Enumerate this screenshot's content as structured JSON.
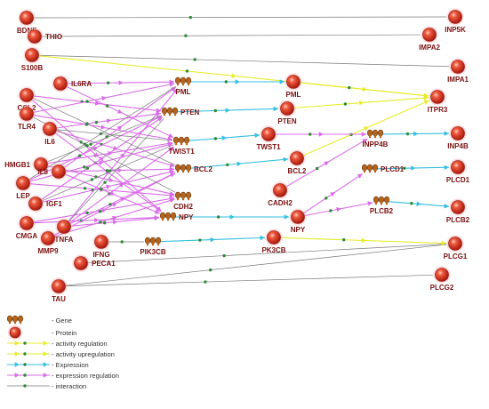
{
  "colors": {
    "activity": "#e6ec2a",
    "expression": "#35bfe0",
    "expression_regulation": "#d96de8",
    "interaction": "#7a7a7a",
    "dot": "#2f8a3a",
    "protein_fill": "#d9301f",
    "protein_glow": "#f5a3a8",
    "gene": "#b5651d",
    "label": "#7a1010"
  },
  "nodes": [
    {
      "id": "BDNF",
      "label": "BDNF",
      "kind": "protein"
    },
    {
      "id": "THIO",
      "label": "THIO",
      "kind": "protein"
    },
    {
      "id": "S100B",
      "label": "S100B",
      "kind": "protein"
    },
    {
      "id": "IL6RA",
      "label": "IL6RA",
      "kind": "protein"
    },
    {
      "id": "CCL2",
      "label": "CCL2",
      "kind": "protein"
    },
    {
      "id": "TLR4",
      "label": "TLR4",
      "kind": "protein"
    },
    {
      "id": "IL6",
      "label": "IL6",
      "kind": "protein"
    },
    {
      "id": "HMGB1",
      "label": "HMGB1",
      "kind": "protein"
    },
    {
      "id": "IL8",
      "label": "IL8",
      "kind": "protein"
    },
    {
      "id": "LEP",
      "label": "LEP",
      "kind": "protein"
    },
    {
      "id": "IGF1",
      "label": "IGF1",
      "kind": "protein"
    },
    {
      "id": "CMGA",
      "label": "CMGA",
      "kind": "protein"
    },
    {
      "id": "TNFA",
      "label": "TNFA",
      "kind": "protein"
    },
    {
      "id": "MMP9",
      "label": "MMP9",
      "kind": "protein"
    },
    {
      "id": "IFNG",
      "label": "IFNG",
      "kind": "protein"
    },
    {
      "id": "PECA1",
      "label": "PECA1",
      "kind": "protein"
    },
    {
      "id": "TAU",
      "label": "TAU",
      "kind": "protein"
    },
    {
      "id": "gPML",
      "label": "PML",
      "kind": "gene"
    },
    {
      "id": "gPTEN",
      "label": "PTEN",
      "kind": "gene"
    },
    {
      "id": "gTWIST1",
      "label": "TWIST1",
      "kind": "gene"
    },
    {
      "id": "gBCL2",
      "label": "BCL2",
      "kind": "gene"
    },
    {
      "id": "gCDH2",
      "label": "CDH2",
      "kind": "gene"
    },
    {
      "id": "gNPY",
      "label": "NPY",
      "kind": "gene"
    },
    {
      "id": "gPIK3CB",
      "label": "PIK3CB",
      "kind": "gene"
    },
    {
      "id": "pPML",
      "label": "PML",
      "kind": "protein"
    },
    {
      "id": "pPTEN",
      "label": "PTEN",
      "kind": "protein"
    },
    {
      "id": "pTWST1",
      "label": "TWST1",
      "kind": "protein"
    },
    {
      "id": "pBCL2",
      "label": "BCL2",
      "kind": "protein"
    },
    {
      "id": "pCADH2",
      "label": "CADH2",
      "kind": "protein"
    },
    {
      "id": "pNPY",
      "label": "NPY",
      "kind": "protein"
    },
    {
      "id": "pPK3CB",
      "label": "PK3CB",
      "kind": "protein"
    },
    {
      "id": "gINPP4B",
      "label": "INPP4B",
      "kind": "gene"
    },
    {
      "id": "gPLCD1",
      "label": "PLCD1",
      "kind": "gene"
    },
    {
      "id": "gPLCB2",
      "label": "PLCB2",
      "kind": "gene"
    },
    {
      "id": "INP5K",
      "label": "INP5K",
      "kind": "protein"
    },
    {
      "id": "IMPA2",
      "label": "IMPA2",
      "kind": "protein"
    },
    {
      "id": "IMPA1",
      "label": "IMPA1",
      "kind": "protein"
    },
    {
      "id": "ITPR3",
      "label": "ITPR3",
      "kind": "protein"
    },
    {
      "id": "INP4B",
      "label": "INP4B",
      "kind": "protein"
    },
    {
      "id": "PLCD1",
      "label": "PLCD1",
      "kind": "protein"
    },
    {
      "id": "PLCB2",
      "label": "PLCB2",
      "kind": "protein"
    },
    {
      "id": "PLCG1",
      "label": "PLCG1",
      "kind": "protein"
    },
    {
      "id": "PLCG2",
      "label": "PLCG2",
      "kind": "protein"
    }
  ],
  "edges": [
    {
      "from": "BDNF",
      "to": "INP5K",
      "type": "interaction"
    },
    {
      "from": "THIO",
      "to": "IMPA2",
      "type": "interaction"
    },
    {
      "from": "S100B",
      "to": "IMPA1",
      "type": "interaction"
    },
    {
      "from": "S100B",
      "to": "ITPR3",
      "type": "activity"
    },
    {
      "from": "TAU",
      "to": "PLCG1",
      "type": "interaction"
    },
    {
      "from": "TAU",
      "to": "PLCG2",
      "type": "interaction"
    },
    {
      "from": "PECA1",
      "to": "PLCG1",
      "type": "interaction"
    },
    {
      "from": "IFNG",
      "to": "gPIK3CB",
      "type": "interaction"
    },
    {
      "from": "gPML",
      "to": "pPML",
      "type": "expression"
    },
    {
      "from": "gPTEN",
      "to": "pPTEN",
      "type": "expression"
    },
    {
      "from": "gTWIST1",
      "to": "pTWST1",
      "type": "expression"
    },
    {
      "from": "gBCL2",
      "to": "pBCL2",
      "type": "expression"
    },
    {
      "from": "gNPY",
      "to": "pNPY",
      "type": "expression"
    },
    {
      "from": "gPIK3CB",
      "to": "pPK3CB",
      "type": "expression"
    },
    {
      "from": "gINPP4B",
      "to": "INP4B",
      "type": "expression"
    },
    {
      "from": "gPLCD1",
      "to": "PLCD1",
      "type": "expression"
    },
    {
      "from": "gPLCB2",
      "to": "PLCB2",
      "type": "expression"
    },
    {
      "from": "pPML",
      "to": "ITPR3",
      "type": "activity"
    },
    {
      "from": "pPTEN",
      "to": "ITPR3",
      "type": "activity"
    },
    {
      "from": "pBCL2",
      "to": "ITPR3",
      "type": "activity"
    },
    {
      "from": "pPK3CB",
      "to": "PLCG1",
      "type": "activity"
    },
    {
      "from": "pTWST1",
      "to": "gINPP4B",
      "type": "expression_regulation"
    },
    {
      "from": "pCADH2",
      "to": "gINPP4B",
      "type": "expression_regulation"
    },
    {
      "from": "pNPY",
      "to": "gPLCD1",
      "type": "expression_regulation"
    },
    {
      "from": "pNPY",
      "to": "gPLCB2",
      "type": "expression_regulation"
    },
    {
      "from": "IL6RA",
      "to": "gPML",
      "type": "expression_regulation"
    },
    {
      "from": "CCL2",
      "to": "gPTEN",
      "type": "expression_regulation"
    },
    {
      "from": "TLR4",
      "to": "gPML",
      "type": "expression_regulation"
    },
    {
      "from": "TLR4",
      "to": "gTWIST1",
      "type": "expression_regulation"
    },
    {
      "from": "IL6",
      "to": "gPTEN",
      "type": "expression_regulation"
    },
    {
      "from": "IL6",
      "to": "gBCL2",
      "type": "expression_regulation"
    },
    {
      "from": "IL6",
      "to": "gNPY",
      "type": "expression_regulation"
    },
    {
      "from": "HMGB1",
      "to": "gTWIST1",
      "type": "expression_regulation"
    },
    {
      "from": "HMGB1",
      "to": "gCDH2",
      "type": "expression_regulation"
    },
    {
      "from": "IL8",
      "to": "gPML",
      "type": "expression_regulation"
    },
    {
      "from": "IL8",
      "to": "gBCL2",
      "type": "expression_regulation"
    },
    {
      "from": "LEP",
      "to": "gTWIST1",
      "type": "expression_regulation"
    },
    {
      "from": "LEP",
      "to": "gCDH2",
      "type": "expression_regulation"
    },
    {
      "from": "IGF1",
      "to": "gPTEN",
      "type": "expression_regulation"
    },
    {
      "from": "IGF1",
      "to": "gBCL2",
      "type": "expression_regulation"
    },
    {
      "from": "CMGA",
      "to": "gCDH2",
      "type": "expression_regulation"
    },
    {
      "from": "CMGA",
      "to": "gNPY",
      "type": "expression_regulation"
    },
    {
      "from": "TNFA",
      "to": "gPML",
      "type": "expression_regulation"
    },
    {
      "from": "TNFA",
      "to": "gTWIST1",
      "type": "expression_regulation"
    },
    {
      "from": "TNFA",
      "to": "gBCL2",
      "type": "expression_regulation"
    },
    {
      "from": "TNFA",
      "to": "gNPY",
      "type": "expression_regulation"
    },
    {
      "from": "MMP9",
      "to": "gCDH2",
      "type": "expression_regulation"
    },
    {
      "from": "MMP9",
      "to": "gBCL2",
      "type": "expression_regulation"
    },
    {
      "from": "CCL2",
      "to": "gNPY",
      "type": "expression_regulation"
    },
    {
      "from": "IL6RA",
      "to": "gTWIST1",
      "type": "expression_regulation"
    },
    {
      "from": "LEP",
      "to": "gPTEN",
      "type": "expression_regulation"
    },
    {
      "from": "IL8",
      "to": "gNPY",
      "type": "expression_regulation"
    },
    {
      "from": "HMGB1",
      "to": "gPTEN",
      "type": "interaction"
    },
    {
      "from": "IL6",
      "to": "gTWIST1",
      "type": "interaction"
    },
    {
      "from": "CCL2",
      "to": "gBCL2",
      "type": "interaction"
    },
    {
      "from": "LEP",
      "to": "gPML",
      "type": "interaction"
    },
    {
      "from": "TLR4",
      "to": "gCDH2",
      "type": "interaction"
    },
    {
      "from": "IGF1",
      "to": "gTWIST1",
      "type": "interaction"
    },
    {
      "from": "TNFA",
      "to": "gPTEN",
      "type": "interaction"
    }
  ],
  "legend": [
    {
      "type": "gene",
      "label": "- Gene"
    },
    {
      "type": "protein",
      "label": "- Protein"
    },
    {
      "type": "activity",
      "label": "- activity regulation"
    },
    {
      "type": "activity_up",
      "label": "- activity upregulation"
    },
    {
      "type": "expression",
      "label": "- Expression"
    },
    {
      "type": "expression_regulation",
      "label": "- expression regulation"
    },
    {
      "type": "interaction",
      "label": "- interaction"
    }
  ]
}
